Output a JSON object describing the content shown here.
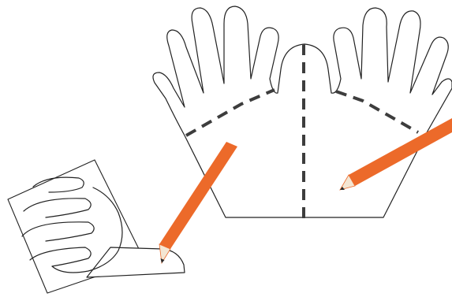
{
  "figure": {
    "description_free": true
  },
  "colors": {
    "background": "#ffffff",
    "outline": "#222222",
    "cut_lines": "#3d3d3d",
    "pencil": "#ec6a2a",
    "pencil_tip": "#f4e6d3",
    "pencil_lead": "#2a2a2a"
  },
  "elements": {
    "left_panel": "glove-pattern-left-hand",
    "right_panel": "glove-pattern-right-hand",
    "thumb_gusset": "thumb-gusset",
    "small_template": "hand-template-sheet",
    "pencils": [
      "pencil-left",
      "pencil-right"
    ],
    "cut_guides": [
      "cut-line-left",
      "cut-line-center",
      "cut-line-right"
    ]
  }
}
